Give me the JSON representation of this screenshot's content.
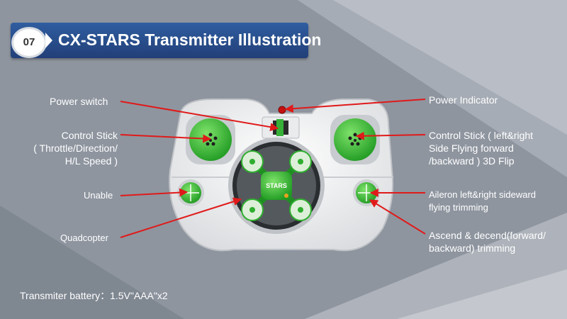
{
  "header": {
    "number": "07",
    "title": "CX-STARS Transmitter Illustration"
  },
  "drone_logo": "STARS",
  "labels": {
    "power_switch": "Power switch",
    "control_stick_left": [
      "Control Stick",
      "( Throttle/Direction/",
      "H/L Speed )"
    ],
    "unable": "Unable",
    "quadcopter": "Quadcopter",
    "power_indicator": "Power Indicator",
    "control_stick_right": [
      "Control Stick ( left&right",
      "Side Flying forward",
      "/backward ) 3D Flip"
    ],
    "aileron": [
      "Aileron left&right sideward",
      "flying trimming"
    ],
    "ascend": [
      "Ascend & decend(forward/",
      "backward) trimming"
    ]
  },
  "battery": "Transmiter battery：1.5V\"AAA\"x2",
  "colors": {
    "accent_green": "#2fb52f",
    "arrow_red": "#e01a1a",
    "header_blue": "#2a5194"
  }
}
